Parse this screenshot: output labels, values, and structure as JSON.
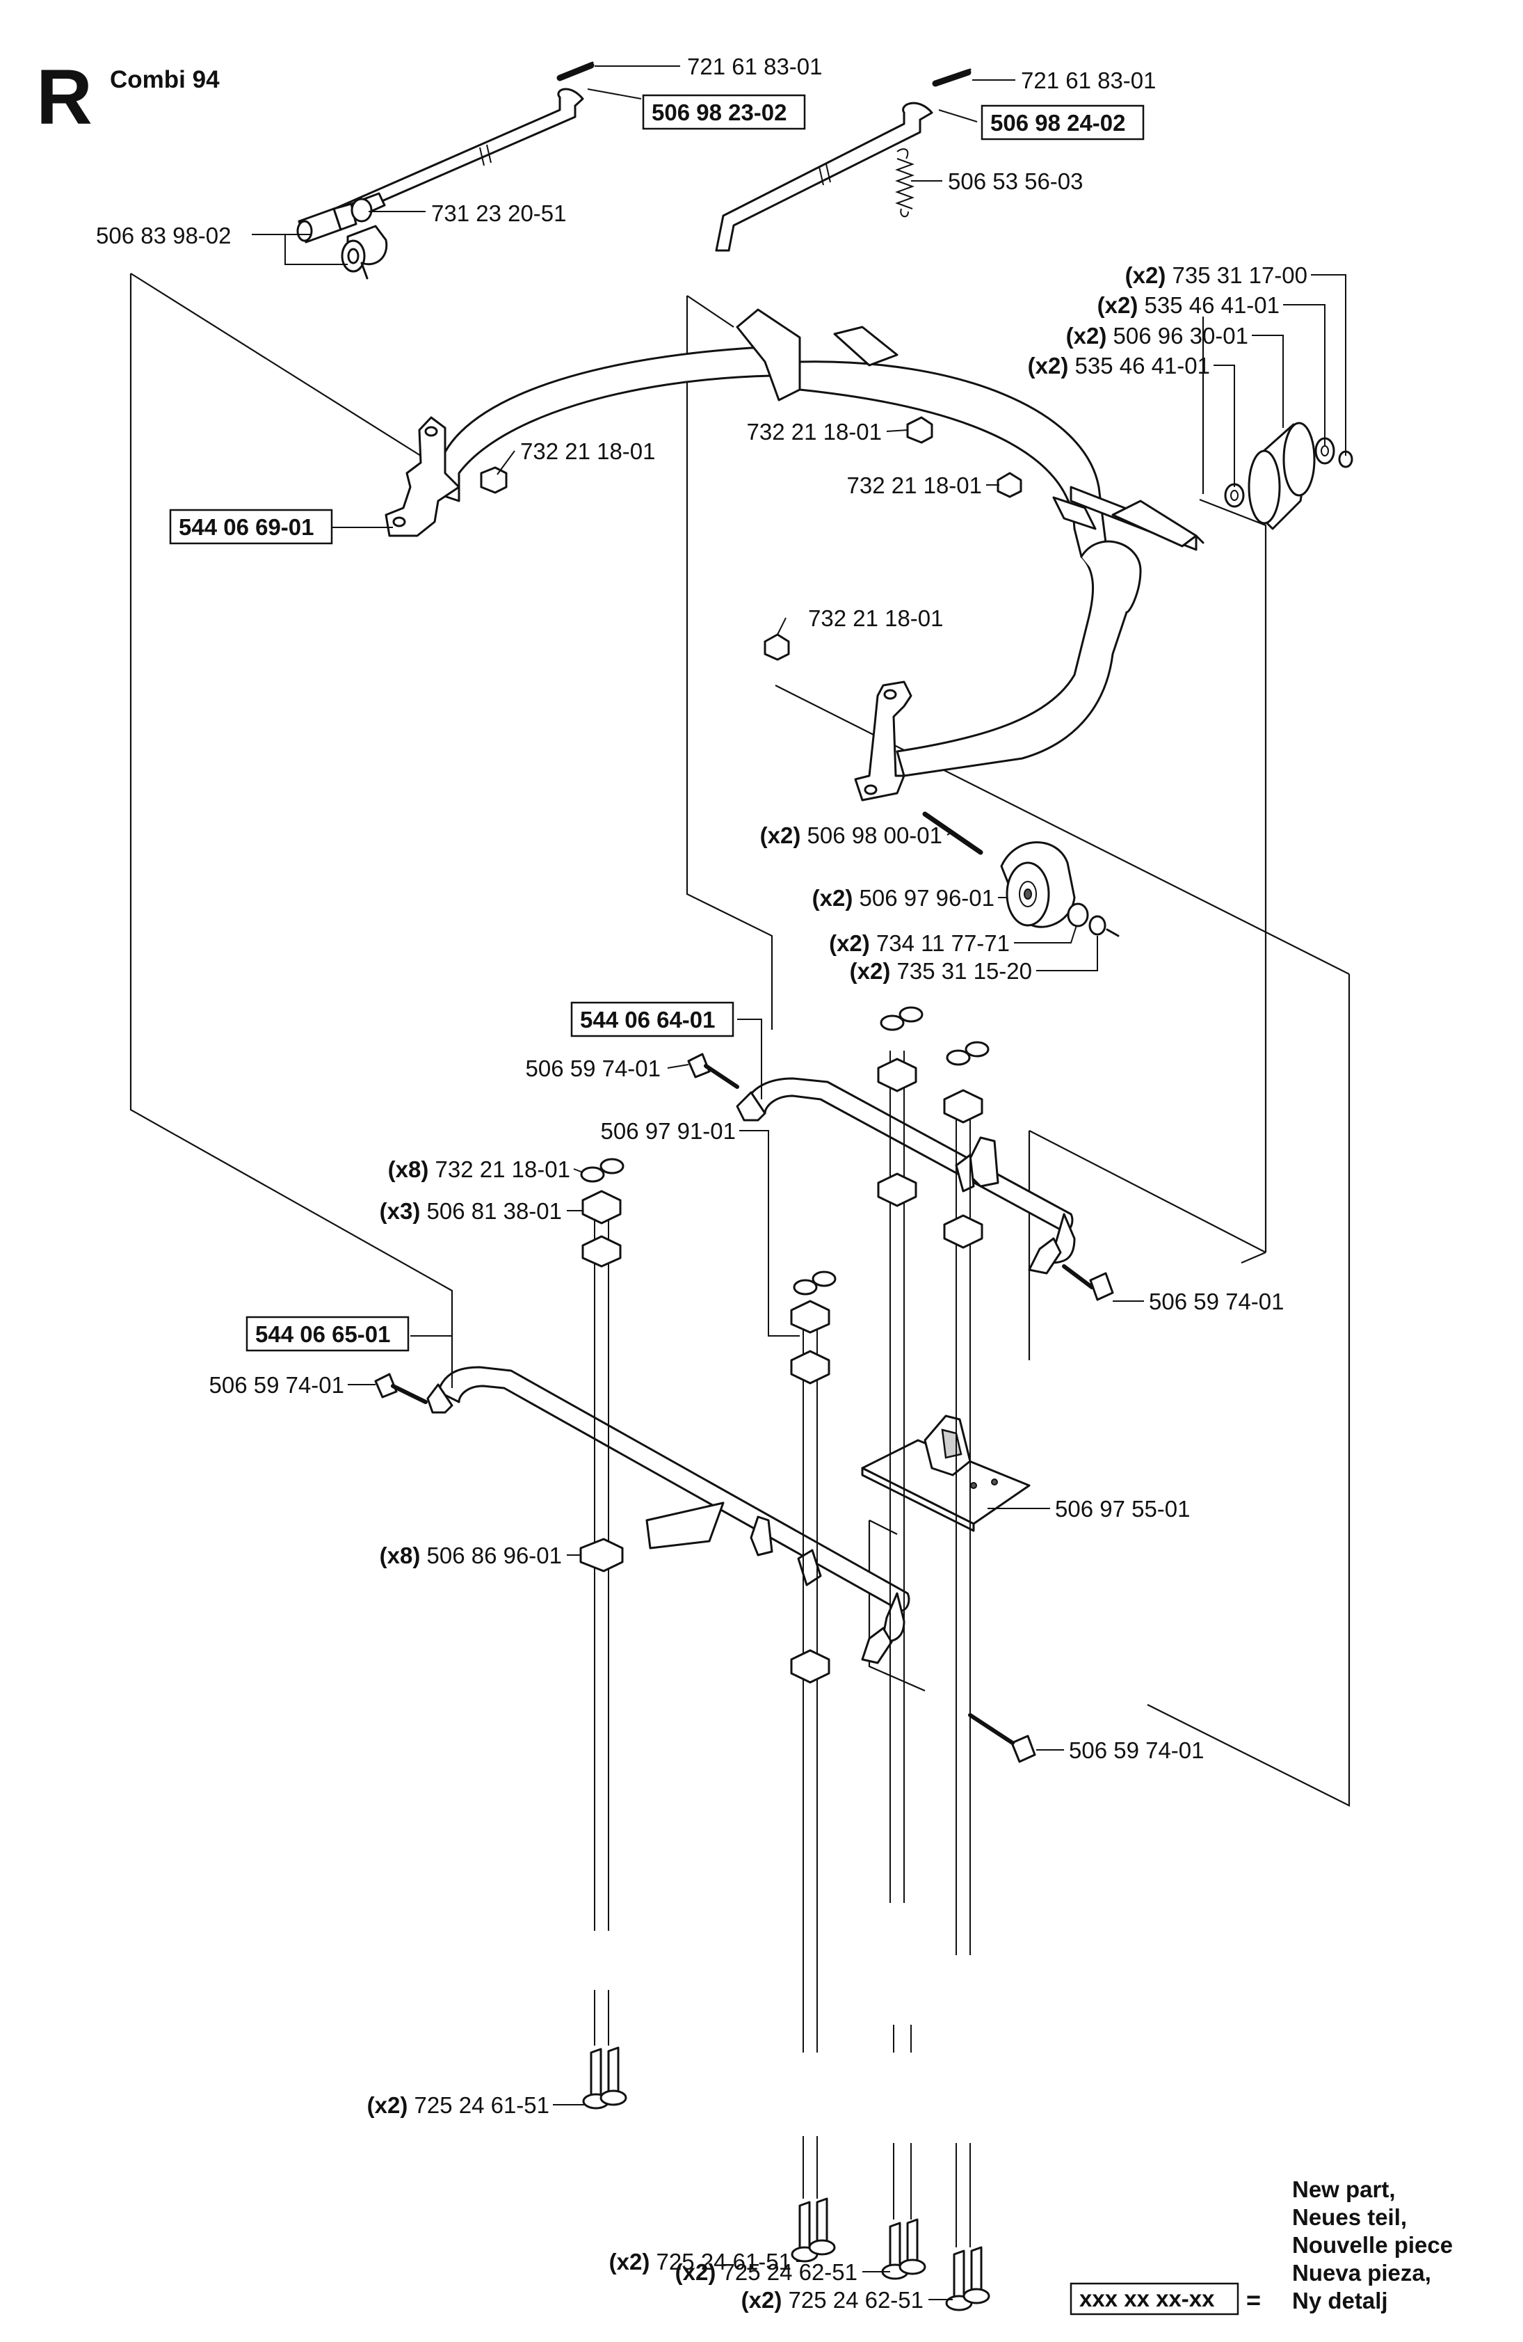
{
  "page": {
    "section_letter": "R",
    "model": "Combi 94"
  },
  "parts": [
    {
      "id": "p01",
      "number": "721 61 83-01",
      "qty": "",
      "is_new": false
    },
    {
      "id": "p02",
      "number": "506 98 23-02",
      "qty": "",
      "is_new": true
    },
    {
      "id": "p03",
      "number": "731 23 20-51",
      "qty": "",
      "is_new": false
    },
    {
      "id": "p04",
      "number": "506 83 98-02",
      "qty": "",
      "is_new": false
    },
    {
      "id": "p05",
      "number": "721 61 83-01",
      "qty": "",
      "is_new": false
    },
    {
      "id": "p06",
      "number": "506 98 24-02",
      "qty": "",
      "is_new": true
    },
    {
      "id": "p07",
      "number": "506 53 56-03",
      "qty": "",
      "is_new": false
    },
    {
      "id": "p08",
      "number": "735 31 17-00",
      "qty": "(x2)",
      "is_new": false
    },
    {
      "id": "p09",
      "number": "535 46 41-01",
      "qty": "(x2)",
      "is_new": false
    },
    {
      "id": "p10",
      "number": "506 96 30-01",
      "qty": "(x2)",
      "is_new": false
    },
    {
      "id": "p11",
      "number": "535 46 41-01",
      "qty": "(x2)",
      "is_new": false
    },
    {
      "id": "p12",
      "number": "732 21 18-01",
      "qty": "",
      "is_new": false
    },
    {
      "id": "p13",
      "number": "732 21 18-01",
      "qty": "",
      "is_new": false
    },
    {
      "id": "p14",
      "number": "544 06 69-01",
      "qty": "",
      "is_new": true
    },
    {
      "id": "p15",
      "number": "732 21 18-01",
      "qty": "",
      "is_new": false
    },
    {
      "id": "p16",
      "number": "732 21 18-01",
      "qty": "",
      "is_new": false
    },
    {
      "id": "p17",
      "number": "506 98 00-01",
      "qty": "(x2)",
      "is_new": false
    },
    {
      "id": "p18",
      "number": "506 97 96-01",
      "qty": "(x2)",
      "is_new": false
    },
    {
      "id": "p19",
      "number": "734 11 77-71",
      "qty": "(x2)",
      "is_new": false
    },
    {
      "id": "p20",
      "number": "735 31 15-20",
      "qty": "(x2)",
      "is_new": false
    },
    {
      "id": "p21",
      "number": "544 06 64-01",
      "qty": "",
      "is_new": true
    },
    {
      "id": "p22",
      "number": "506 59 74-01",
      "qty": "",
      "is_new": false
    },
    {
      "id": "p23",
      "number": "506 97 91-01",
      "qty": "",
      "is_new": false
    },
    {
      "id": "p24",
      "number": "732 21 18-01",
      "qty": "(x8)",
      "is_new": false
    },
    {
      "id": "p25",
      "number": "506 81 38-01",
      "qty": "(x3)",
      "is_new": false
    },
    {
      "id": "p26",
      "number": "506 59 74-01",
      "qty": "",
      "is_new": false
    },
    {
      "id": "p27",
      "number": "544 06 65-01",
      "qty": "",
      "is_new": true
    },
    {
      "id": "p28",
      "number": "506 59 74-01",
      "qty": "",
      "is_new": false
    },
    {
      "id": "p29",
      "number": "506 97 55-01",
      "qty": "",
      "is_new": false
    },
    {
      "id": "p30",
      "number": "506 86 96-01",
      "qty": "(x8)",
      "is_new": false
    },
    {
      "id": "p31",
      "number": "506 59 74-01",
      "qty": "",
      "is_new": false
    },
    {
      "id": "p32",
      "number": "725 24 61-51",
      "qty": "(x2)",
      "is_new": false
    },
    {
      "id": "p33",
      "number": "725 24 61-51",
      "qty": "(x2)",
      "is_new": false
    },
    {
      "id": "p34",
      "number": "725 24 62-51",
      "qty": "(x2)",
      "is_new": false
    },
    {
      "id": "p35",
      "number": "725 24 62-51",
      "qty": "(x2)",
      "is_new": false
    }
  ],
  "legend": {
    "sample_number": "xxx xx xx-xx",
    "equals": "=",
    "lines": [
      "New part,",
      "Neues teil,",
      "Nouvelle piece",
      "Nueva pieza,",
      "Ny detalj"
    ]
  }
}
